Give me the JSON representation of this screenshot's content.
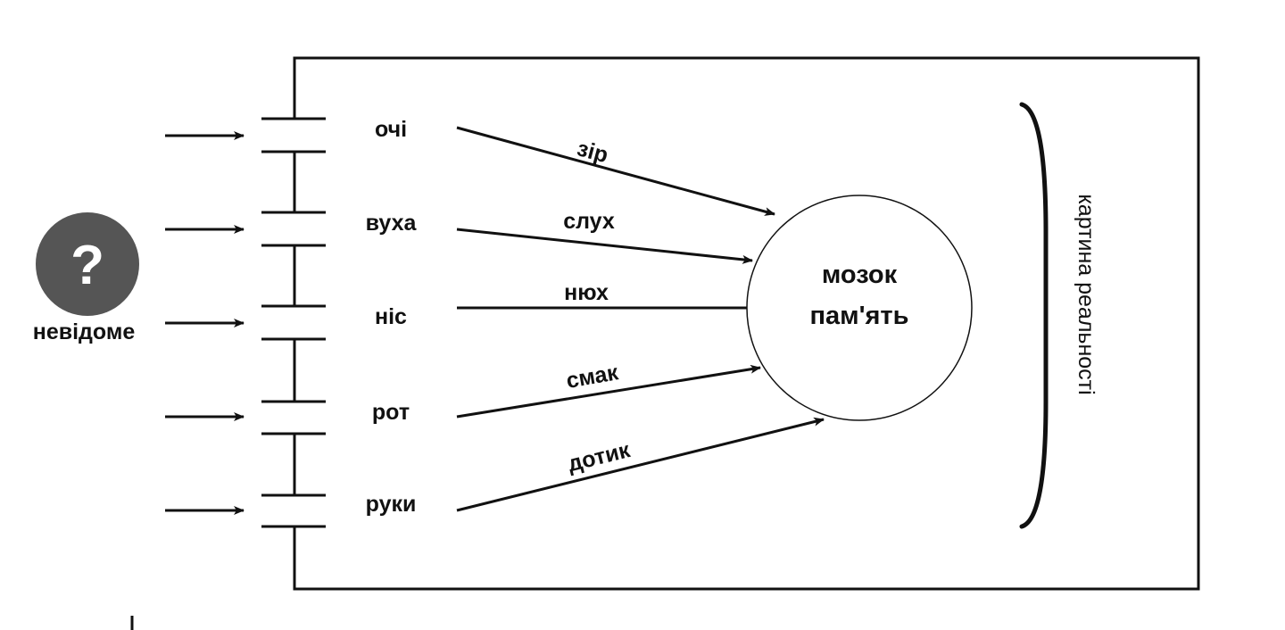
{
  "unknown": {
    "label": "невідоме",
    "icon": "question-icon",
    "icon_color": "#555555",
    "glyph": "?"
  },
  "senses": [
    {
      "organ": "очі",
      "channel": "зір"
    },
    {
      "organ": "вуха",
      "channel": "слух"
    },
    {
      "organ": "ніс",
      "channel": "нюх"
    },
    {
      "organ": "рот",
      "channel": "смак"
    },
    {
      "organ": "руки",
      "channel": "дотик"
    }
  ],
  "brain": {
    "line1": "мозок",
    "line2": "пам'ять"
  },
  "result": {
    "label": "картина реальності"
  }
}
